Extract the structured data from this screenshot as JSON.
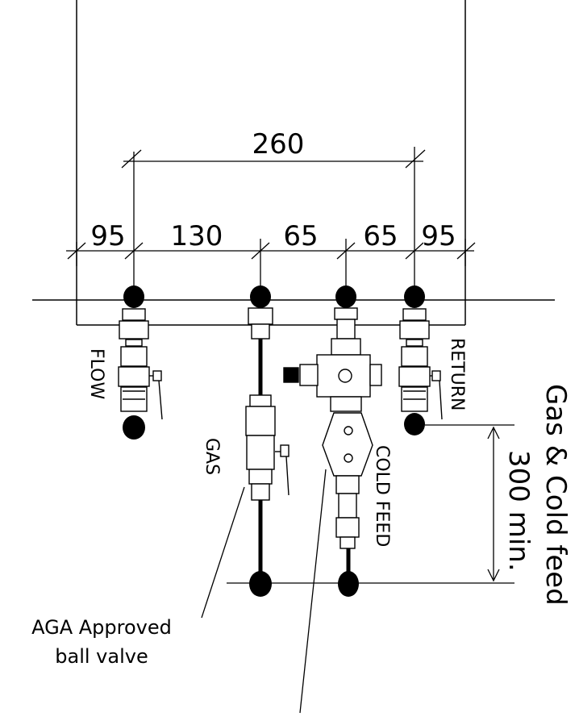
{
  "dimensions": {
    "overall": "260",
    "segments": [
      "95",
      "130",
      "65",
      "65",
      "95"
    ]
  },
  "labels": {
    "flow": "FLOW",
    "gas": "GAS",
    "cold_feed": "COLD FEED",
    "return": "RETURN",
    "clearance_title": "Gas & Cold feed",
    "clearance_value": "300 min.",
    "valve_note_line1": "AGA Approved",
    "valve_note_line2": "ball valve"
  }
}
